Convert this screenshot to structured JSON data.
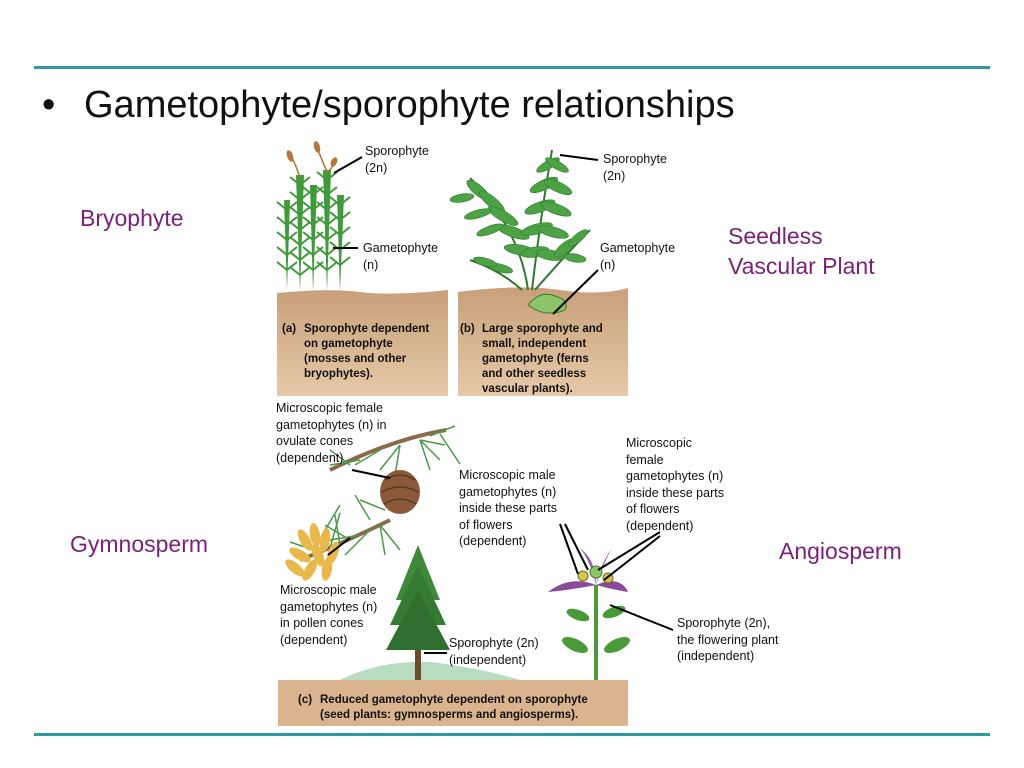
{
  "slide": {
    "bullet": "•",
    "title": "Gametophyte/sporophyte relationships"
  },
  "groups": {
    "bryophyte": "Bryophyte",
    "seedless_vascular_line1": "Seedless",
    "seedless_vascular_line2": "Vascular Plant",
    "gymnosperm": "Gymnosperm",
    "angiosperm": "Angiosperm"
  },
  "panel_a": {
    "sporophyte_label": [
      "Sporophyte",
      "(2n)"
    ],
    "gametophyte_label": [
      "Gametophyte",
      "(n)"
    ],
    "caption_tag": "(a)",
    "caption": [
      "Sporophyte dependent",
      "on gametophyte",
      "(mosses and other",
      "bryophytes)."
    ]
  },
  "panel_b": {
    "sporophyte_label": [
      "Sporophyte",
      "(2n)"
    ],
    "gametophyte_label": [
      "Gametophyte",
      "(n)"
    ],
    "caption_tag": "(b)",
    "caption": [
      "Large sporophyte and",
      "small, independent",
      "gametophyte (ferns",
      "and other seedless",
      "vascular plants)."
    ]
  },
  "panel_c": {
    "female_gym_label": [
      "Microscopic female",
      "gametophytes (n) in",
      "ovulate cones",
      "(dependent)"
    ],
    "male_angio_label": [
      "Microscopic male",
      "gametophytes (n)",
      "inside these parts",
      "of flowers",
      "(dependent)"
    ],
    "female_angio_label": [
      "Microscopic",
      "female",
      "gametophytes (n)",
      "inside these parts",
      "of flowers",
      "(dependent)"
    ],
    "male_gym_label": [
      "Microscopic male",
      "gametophytes (n)",
      "in pollen cones",
      "(dependent)"
    ],
    "sporophyte_gym_label": [
      "Sporophyte (2n)",
      "(independent)"
    ],
    "sporophyte_angio_label": [
      "Sporophyte (2n),",
      "the flowering plant",
      "(independent)"
    ],
    "caption_tag": "(c)",
    "caption": [
      "Reduced gametophyte dependent on sporophyte",
      "(seed plants: gymnosperms and angiosperms)."
    ]
  },
  "colors": {
    "accent_rule": "#2f9aa0",
    "group_label": "#7a1f7a",
    "soil": "#d9b48f",
    "plant_green": "#3f9a3a"
  }
}
